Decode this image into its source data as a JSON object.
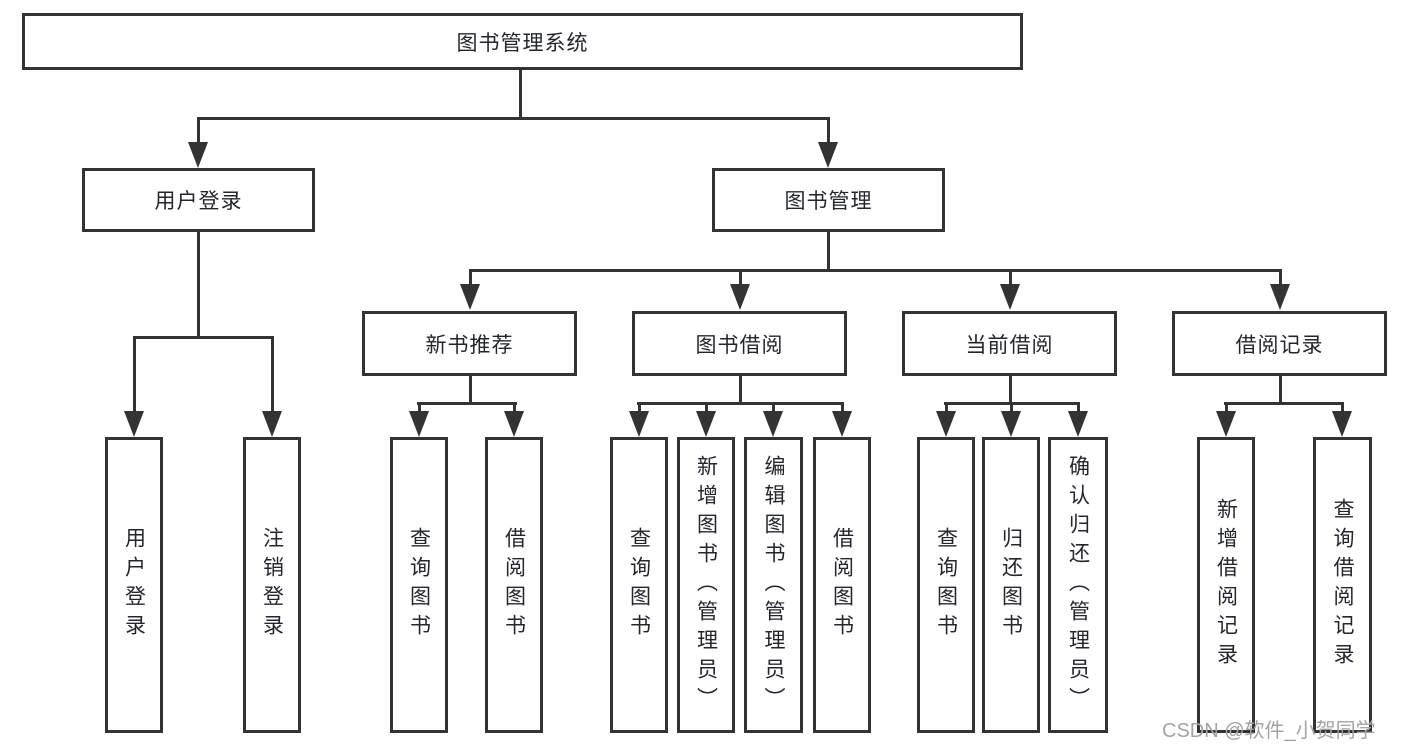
{
  "diagram_type": "hierarchy-tree",
  "colors": {
    "line": "#333333",
    "border": "#333333",
    "text": "#23272d",
    "watermark": "#a3a3a3",
    "background": "#ffffff"
  },
  "root": {
    "label": "图书管理系统"
  },
  "level2": [
    {
      "label": "用户登录",
      "children": [
        {
          "label": "用户登录"
        },
        {
          "label": "注销登录"
        }
      ]
    },
    {
      "label": "图书管理",
      "children": [
        {
          "label": "新书推荐",
          "children": [
            {
              "label": "查询图书"
            },
            {
              "label": "借阅图书"
            }
          ]
        },
        {
          "label": "图书借阅",
          "children": [
            {
              "label": "查询图书"
            },
            {
              "label": "新增图书（管理员）"
            },
            {
              "label": "编辑图书（管理员）"
            },
            {
              "label": "借阅图书"
            }
          ]
        },
        {
          "label": "当前借阅",
          "children": [
            {
              "label": "查询图书"
            },
            {
              "label": "归还图书"
            },
            {
              "label": "确认归还（管理员）"
            }
          ]
        },
        {
          "label": "借阅记录",
          "children": [
            {
              "label": "新增借阅记录"
            },
            {
              "label": "查询借阅记录"
            }
          ]
        }
      ]
    }
  ],
  "watermark": {
    "text": "CSDN @软件_小贺同学"
  }
}
